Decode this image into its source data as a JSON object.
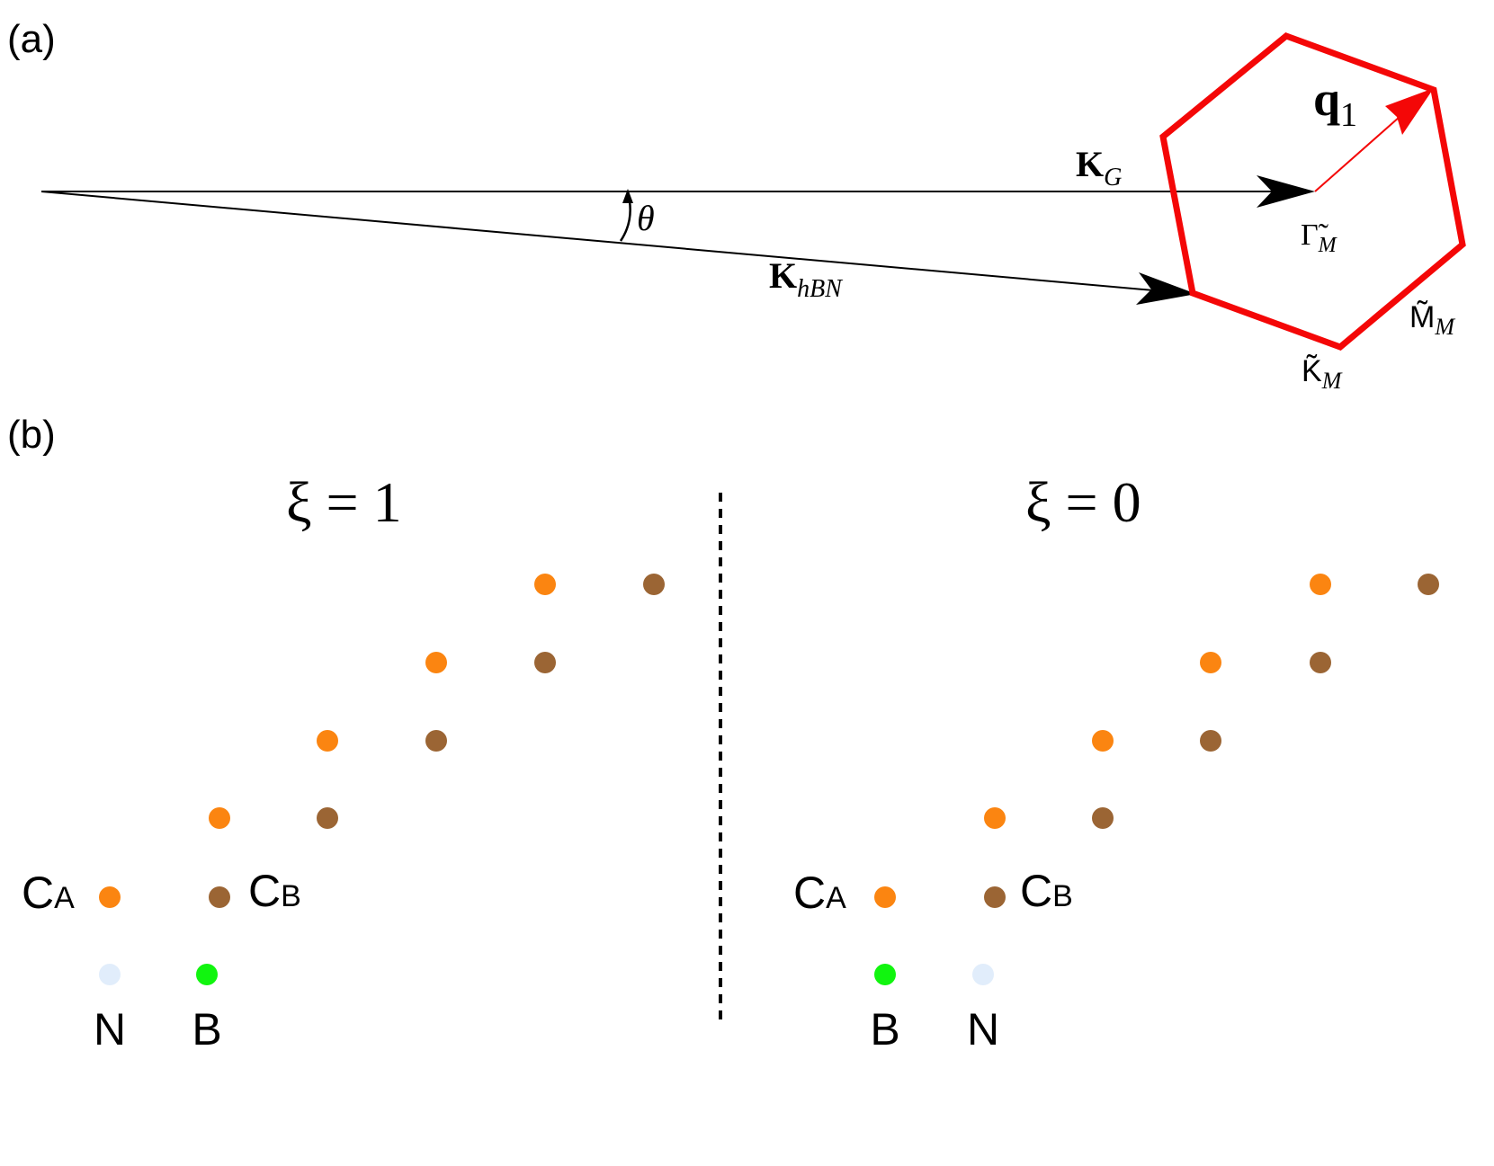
{
  "panels": {
    "a": "(a)",
    "b": "(b)"
  },
  "panel_a": {
    "kg": {
      "main": "K",
      "sub": "G"
    },
    "khbn": {
      "main": "K",
      "sub": "hBN"
    },
    "theta": "θ",
    "q1": {
      "main": "q",
      "sub": "1"
    },
    "gamma": {
      "main": "Γ̃",
      "sub": "M"
    },
    "m_point": {
      "main": "M̃",
      "sub": "M"
    },
    "k_point": {
      "main": "K̃",
      "sub": "M"
    }
  },
  "panel_b": {
    "left": {
      "title": "ξ = 1",
      "ca": {
        "main": "C",
        "sub": "A"
      },
      "cb": {
        "main": "C",
        "sub": "B"
      },
      "first_label": "N",
      "second_label": "B"
    },
    "right": {
      "title": "ξ = 0",
      "ca": {
        "main": "C",
        "sub": "A"
      },
      "cb": {
        "main": "C",
        "sub": "B"
      },
      "first_label": "B",
      "second_label": "N"
    }
  },
  "colors": {
    "carbon_a": "#fb8511",
    "carbon_b": "#9b6534",
    "boron": "#11f50f",
    "nitrogen": "#e1edfb",
    "hexagon": "#f40707",
    "vectors": "#000000"
  }
}
